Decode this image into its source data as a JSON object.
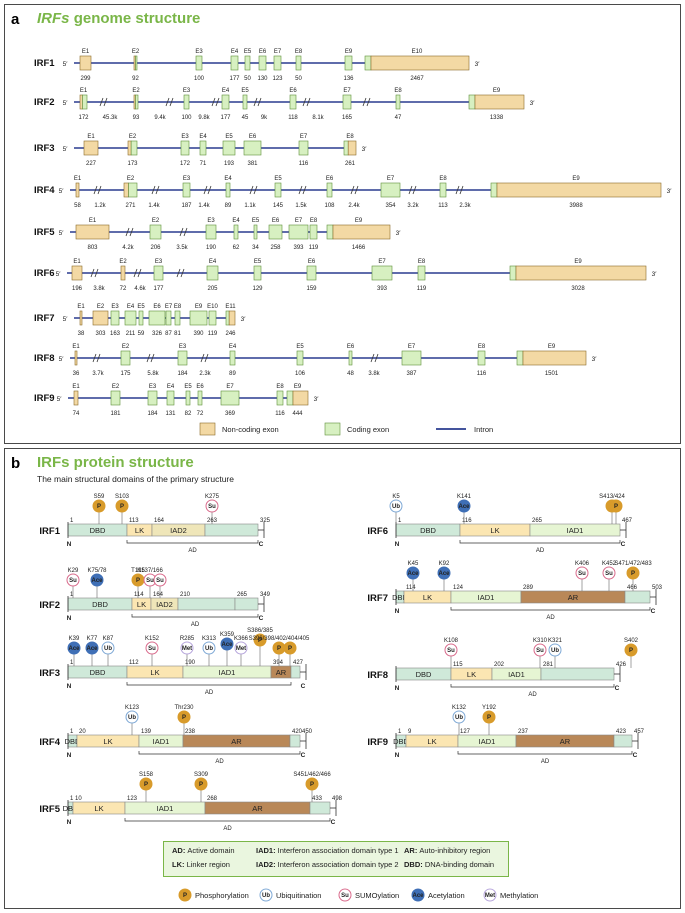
{
  "panel_a": {
    "letter": "a",
    "title_italic": "IRFs",
    "title_rest": "genome structure",
    "genes": [
      {
        "name": "IRF1",
        "exons": [
          "E1",
          "E2",
          "E3",
          "E4",
          "E5",
          "E6",
          "E7",
          "E8",
          "E9",
          "E10"
        ],
        "sizes": [
          "299",
          "92",
          "100",
          "177",
          "50",
          "130",
          "123",
          "50",
          "136",
          "2467"
        ],
        "introns": []
      },
      {
        "name": "IRF2",
        "exons": [
          "E1",
          "E2",
          "E3",
          "E4",
          "E5",
          "E6",
          "E7",
          "E8",
          "E9"
        ],
        "sizes": [
          "172",
          "93",
          "100",
          "177",
          "45",
          "118",
          "165",
          "47",
          "1338"
        ],
        "introns": [
          "45.3k",
          "9.4k",
          "9.8k",
          "9k",
          "8.1k"
        ]
      },
      {
        "name": "IRF3",
        "exons": [
          "E1",
          "E2",
          "E3",
          "E4",
          "E5",
          "E6",
          "E7",
          "E8"
        ],
        "sizes": [
          "227",
          "173",
          "172",
          "71",
          "193",
          "381",
          "116",
          "261"
        ],
        "introns": []
      },
      {
        "name": "IRF4",
        "exons": [
          "E1",
          "E2",
          "E3",
          "E4",
          "E5",
          "E6",
          "E7",
          "E8",
          "E9"
        ],
        "sizes": [
          "58",
          "271",
          "187",
          "89",
          "145",
          "108",
          "354",
          "113",
          "3988"
        ],
        "introns": [
          "1.2k",
          "1.4k",
          "1.4k",
          "1.1k",
          "1.5k",
          "2.4k",
          "3.2k",
          "2.3k"
        ]
      },
      {
        "name": "IRF5",
        "exons": [
          "E1",
          "E2",
          "E3",
          "E4",
          "E5",
          "E6",
          "E7",
          "E8",
          "E9"
        ],
        "sizes": [
          "803",
          "206",
          "190",
          "62",
          "34",
          "258",
          "393",
          "119",
          "1466"
        ],
        "introns": [
          "4.2k",
          "3.5k"
        ]
      },
      {
        "name": "IRF6",
        "exons": [
          "E1",
          "E2",
          "E3",
          "E4",
          "E5",
          "E6",
          "E7",
          "E8",
          "E9"
        ],
        "sizes": [
          "196",
          "72",
          "177",
          "205",
          "129",
          "159",
          "393",
          "119",
          "3028"
        ],
        "introns": [
          "3.8k",
          "4.6k"
        ]
      },
      {
        "name": "IRF7",
        "exons": [
          "E1",
          "E2",
          "E3",
          "E4",
          "E5",
          "E6",
          "E7",
          "E8",
          "E9",
          "E10",
          "E11"
        ],
        "sizes": [
          "38",
          "303",
          "163",
          "211",
          "59",
          "326",
          "87",
          "81",
          "390",
          "119",
          "246"
        ],
        "introns": []
      },
      {
        "name": "IRF8",
        "exons": [
          "E1",
          "E2",
          "E3",
          "E4",
          "E5",
          "E6",
          "E7",
          "E8",
          "E9"
        ],
        "sizes": [
          "36",
          "175",
          "184",
          "89",
          "106",
          "48",
          "387",
          "116",
          "1501"
        ],
        "introns": [
          "3.7k",
          "5.8k",
          "2.3k",
          "3.8k"
        ]
      },
      {
        "name": "IRF9",
        "exons": [
          "E1",
          "E2",
          "E3",
          "E4",
          "E5",
          "E6",
          "E7",
          "E8",
          "E9"
        ],
        "sizes": [
          "74",
          "181",
          "184",
          "131",
          "82",
          "72",
          "369",
          "116",
          "444"
        ],
        "introns": []
      }
    ],
    "legend": {
      "noncoding": "Non-coding exon",
      "coding": "Coding exon",
      "intron": "Intron"
    },
    "prime5": "5′",
    "prime3": "3′"
  },
  "panel_b": {
    "letter": "b",
    "title": "IRFs protein structure",
    "subtitle": "The main structural domains of the primary structure",
    "n": "N",
    "c": "C",
    "ad": "AD",
    "proteins": [
      {
        "name": "IRF1",
        "positions": [
          "1",
          "113",
          "164",
          "263",
          "325"
        ],
        "domains": [
          "DBD",
          "LK",
          "IAD2"
        ],
        "mods": [
          "S59",
          "S103",
          "K275"
        ]
      },
      {
        "name": "IRF2",
        "positions": [
          "1",
          "114",
          "164",
          "210",
          "265",
          "349"
        ],
        "domains": [
          "DBD",
          "LK",
          "IAD2"
        ],
        "mods": [
          "K29",
          "K75/78",
          "T135",
          "K137/166"
        ]
      },
      {
        "name": "IRF3",
        "positions": [
          "1",
          "112",
          "190",
          "394",
          "427"
        ],
        "domains": [
          "DBD",
          "LK",
          "IAD1",
          "AR"
        ],
        "mods": [
          "K39",
          "K77",
          "K87",
          "K152",
          "R285",
          "K313",
          "K359",
          "K366",
          "S386/385",
          "S396/398/402/404/405"
        ]
      },
      {
        "name": "IRF4",
        "positions": [
          "1",
          "20",
          "139",
          "238",
          "420",
          "450"
        ],
        "domains": [
          "DBD",
          "LK",
          "IAD1",
          "AR"
        ],
        "mods": [
          "K123",
          "Thr230"
        ]
      },
      {
        "name": "IRF5",
        "positions": [
          "1",
          "10",
          "123",
          "268",
          "433",
          "498"
        ],
        "domains": [
          "DBD",
          "LK",
          "IAD1",
          "AR"
        ],
        "mods": [
          "S158",
          "S309",
          "S451/462/466"
        ]
      },
      {
        "name": "IRF6",
        "positions": [
          "1",
          "116",
          "265",
          "467"
        ],
        "domains": [
          "DBD",
          "LK",
          "IAD1"
        ],
        "mods": [
          "K5",
          "K141",
          "S413/424"
        ]
      },
      {
        "name": "IRF7",
        "positions": [
          "114",
          "124",
          "289",
          "466",
          "503"
        ],
        "domains": [
          "DBD",
          "LK",
          "IAD1",
          "AR"
        ],
        "mods": [
          "K45",
          "K92",
          "K406",
          "K452",
          "S471/472/483"
        ]
      },
      {
        "name": "IRF8",
        "positions": [
          "115",
          "202",
          "281",
          "426"
        ],
        "domains": [
          "DBD",
          "LK",
          "IAD1"
        ],
        "mods": [
          "K108",
          "K310",
          "K321",
          "S402"
        ]
      },
      {
        "name": "IRF9",
        "positions": [
          "1",
          "9",
          "127",
          "237",
          "423",
          "457"
        ],
        "domains": [
          "DBD",
          "LK",
          "IAD1",
          "AR"
        ],
        "mods": [
          "K132",
          "Y192"
        ]
      }
    ],
    "abbrev": [
      {
        "k": "AD:",
        "v": "Active domain"
      },
      {
        "k": "IAD1:",
        "v": "Interferon association domain type 1"
      },
      {
        "k": "AR:",
        "v": "Auto-inhibitory region"
      },
      {
        "k": "LK:",
        "v": "Linker region"
      },
      {
        "k": "IAD2:",
        "v": "Interferon association domain type 2"
      },
      {
        "k": "DBD:",
        "v": "DNA-binding domain"
      }
    ],
    "mod_legend": [
      {
        "sym": "P",
        "label": "Phosphorylation",
        "color": "#d89b2b"
      },
      {
        "sym": "Ub",
        "label": "Ubiquitination",
        "color": "#7fa9d6"
      },
      {
        "sym": "Su",
        "label": "SUMOylation",
        "color": "#d96b8c"
      },
      {
        "sym": "Ace",
        "label": "Acetylation",
        "color": "#3f6fb6"
      },
      {
        "sym": "Met",
        "label": "Methylation",
        "color": "#b7a6dc"
      }
    ]
  },
  "colors": {
    "noncoding": "#f3d9a4",
    "coding": "#d7f0c1",
    "intron": "#2a3b8f",
    "dbd": "#cfe9d9",
    "lk": "#fbe6b2",
    "iad1": "#e6f5d3",
    "iad2": "#efe6b9",
    "ar": "#b98858",
    "accent": "#7ab648"
  }
}
